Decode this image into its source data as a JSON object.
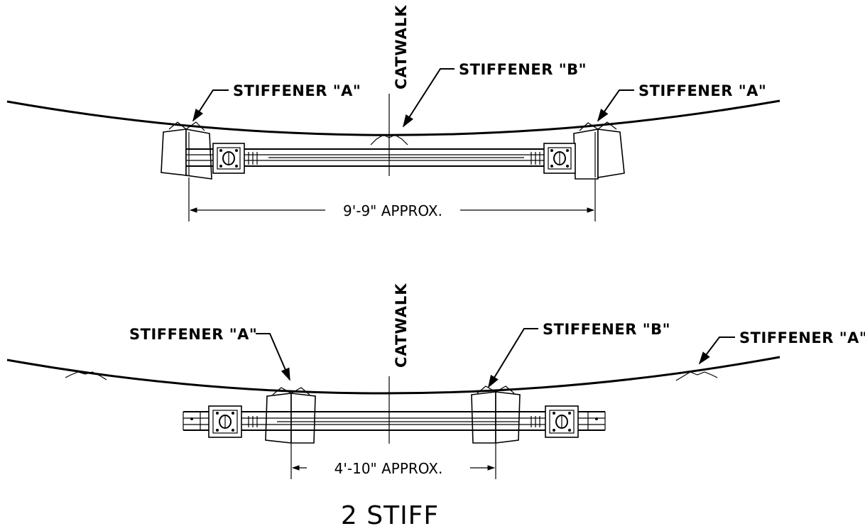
{
  "top_view": {
    "centerline_label": "CATWALK",
    "stiffener_left_label": "STIFFENER \"A\"",
    "stiffener_center_label": "STIFFENER \"B\"",
    "stiffener_right_label": "STIFFENER \"A\"",
    "dimension_label": "9'-9\" APPROX."
  },
  "bottom_view": {
    "centerline_label": "CATWALK",
    "stiffener_left_label": "STIFFENER \"A\"",
    "stiffener_center_label": "STIFFENER \"B\"",
    "stiffener_right_label": "STIFFENER \"A\"",
    "dimension_label": "4'-10\"  APPROX."
  },
  "caption": "2 STIFF"
}
